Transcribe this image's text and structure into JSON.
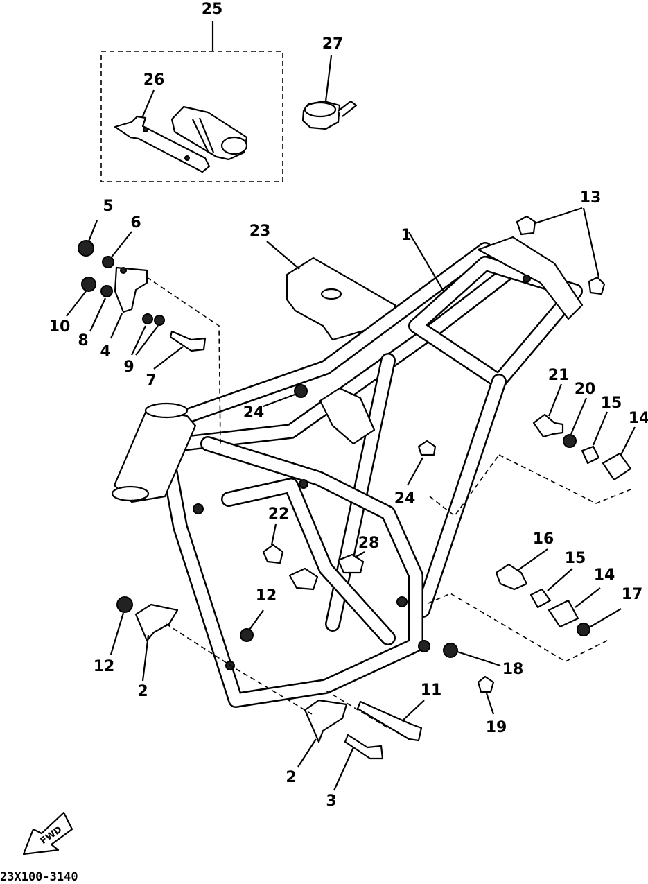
{
  "diagram_code": "23X100-3140",
  "fwd_label": "FWD",
  "callouts": {
    "c1": "1",
    "c2a": "2",
    "c2b": "2",
    "c3": "3",
    "c4": "4",
    "c5": "5",
    "c6": "6",
    "c7": "7",
    "c8": "8",
    "c9": "9",
    "c10": "10",
    "c11": "11",
    "c12a": "12",
    "c12b": "12",
    "c13": "13",
    "c14a": "14",
    "c14b": "14",
    "c15a": "15",
    "c15b": "15",
    "c16": "16",
    "c17": "17",
    "c18": "18",
    "c19": "19",
    "c20": "20",
    "c21": "21",
    "c22": "22",
    "c23": "23",
    "c24a": "24",
    "c24b": "24",
    "c25": "25",
    "c26": "26",
    "c27": "27",
    "c28": "28"
  }
}
